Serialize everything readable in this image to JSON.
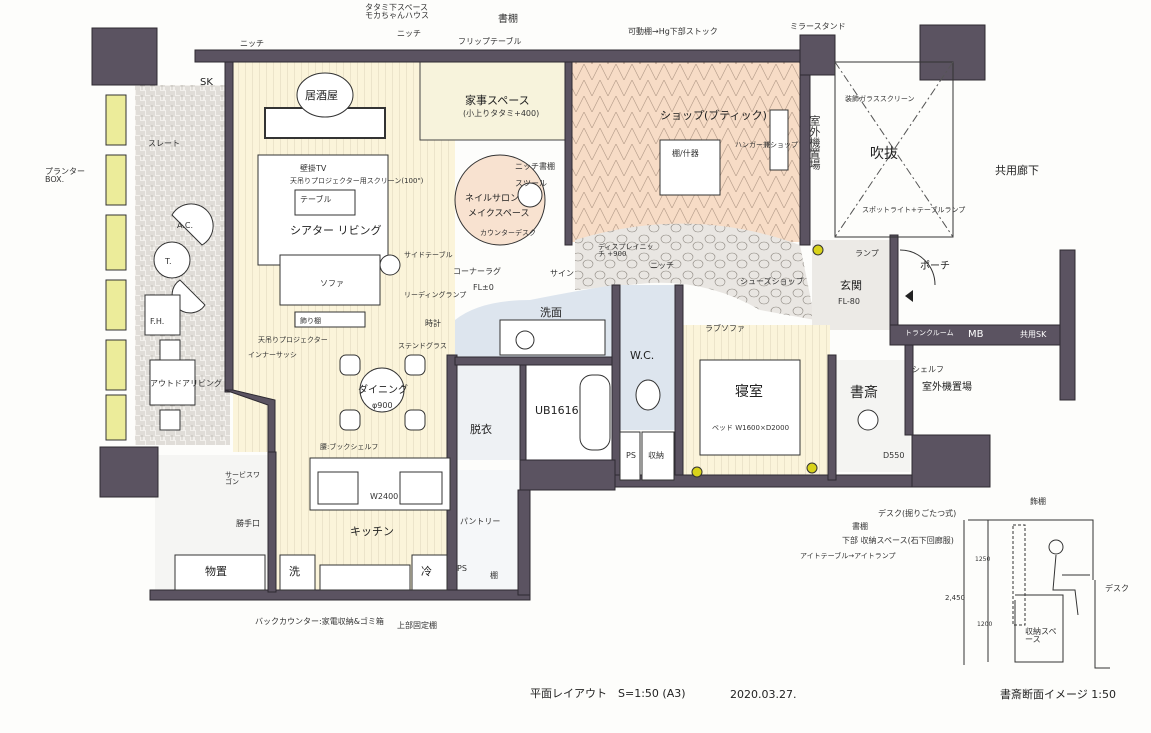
{
  "colors": {
    "wall": "#5b5361",
    "floor_wood": "#fbf3d6",
    "shop": "#f6d7bf",
    "water": "#dfe6ef",
    "stone": "#e6e3df",
    "light": "#d8d21a"
  },
  "labels": {
    "niche_top_left": "ニッチ",
    "cat_space": "タタミ下スペース モカちゃんハウス",
    "niche_top": "ニッチ",
    "bookshelf_top": "書棚",
    "flip_table": "フリップテーブル",
    "movable_shelf": "可動棚→Hg下部ストック",
    "mirror_stand": "ミラースタンド",
    "sk": "SK",
    "izakaya": "居酒屋",
    "housework_space": "家事スペース",
    "housework_sub": "(小上りタタミ+400)",
    "wall_tv": "壁掛TV",
    "projector_screen": "天吊りプロジェクター用スクリーン(100\")",
    "table": "テーブル",
    "theater_living": "シアター リビング",
    "niche_bookshelf": "ニッチ書棚",
    "stool": "スツール",
    "nail_salon": "ネイルサロン",
    "makeup_space": "メイクスペース",
    "counter_desk": "カウンターデスク",
    "shop": "ショップ(ブティック)",
    "display_shelf": "棚/什器",
    "hanger_shelf": "ハンガー兼ショップ",
    "glass_screen": "装飾ガラススクリーン",
    "outdoor_unit": "室外機置場",
    "atrium": "吹抜",
    "common_corridor": "共用廊下",
    "display_spot": "スポットライト+テーブルランプ",
    "planter_box": "プランターBOX.",
    "slates": "スレート",
    "ac": "A.C.",
    "t": "T.",
    "fh": "F.H.",
    "outdoor_living": "アウトドアリビング",
    "inner_sash": "インナーサッシ",
    "sofa": "ソファ",
    "side_table": "サイドテーブル",
    "reading_lamp": "リーディングランプ",
    "projector": "天吊りプロジェクター",
    "low_board": "飾り棚",
    "clock": "時計",
    "stained_glass": "ステンドグラス",
    "dining": "ダイニング",
    "dining_size": "φ900",
    "corner_rug": "コーナーラグ",
    "fl_living": "FL±0",
    "display_niche": "ディスプレイニッチ +900",
    "niche": "ニッチ",
    "sign": "サイン",
    "shoe_shop": "シューズショップ",
    "lamp": "ランプ",
    "entrance": "玄関",
    "fl_entrance": "FL-80",
    "porch": "ポーチ",
    "trunk_room": "トランクルーム",
    "mb": "MB",
    "common_sk": "共用SK",
    "washroom": "洗面",
    "wc": "W.C.",
    "love_sofa": "ラブソファ",
    "changing": "脱衣",
    "bath": "UB1616",
    "ps1": "PS",
    "storage": "収納",
    "bedroom": "寝室",
    "bed": "ベッド W1600×D2000",
    "shelf": "シェルフ",
    "study": "書斎",
    "study_size": "D550",
    "outdoor_unit2": "室外機置場",
    "counter_top": "腰:ブックシェルフ",
    "service_wagon": "サービスワゴン",
    "back_door": "勝手口",
    "storeroom": "物置",
    "kitchen_size": "W2400",
    "kitchen": "キッチン",
    "pantry": "パントリー",
    "washer": "洗",
    "fridge": "冷",
    "ps2": "PS",
    "shelf_small": "棚",
    "back_counter": "バックカウンター:家電収納&ゴミ箱",
    "upper_shelf": "上部固定棚",
    "desk_note": "デスク(掘りごたつ式)",
    "bookshelf_note": "書棚",
    "under_storage": "下部 収納スペース(石下回廊服)",
    "eye_table": "アイトテーブル→アイトランプ",
    "sec_deco": "飾棚",
    "sec_desk": "デスク",
    "sec_storage": "収納スペース",
    "sec_total": "2,450",
    "sec_h1": "1250",
    "sec_h2": "1200",
    "title": "平面レイアウト　S=1:50 (A3)",
    "date": "2020.03.27.",
    "section_title": "書斎断面イメージ 1:50"
  }
}
